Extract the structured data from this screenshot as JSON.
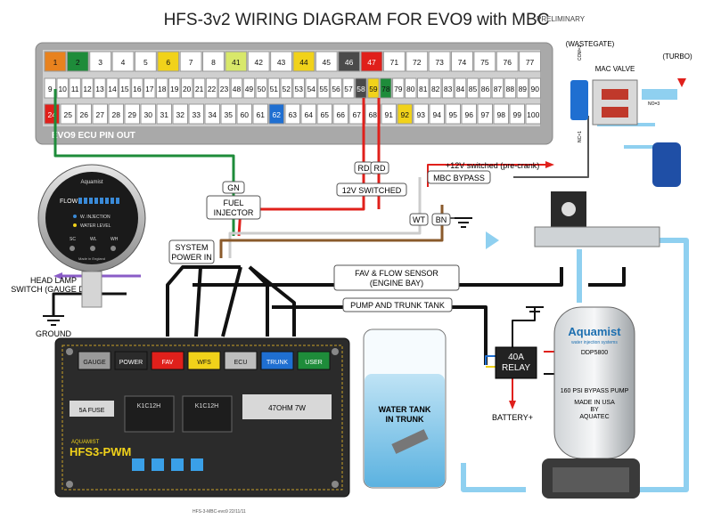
{
  "title": "HFS-3v2  WIRING DIAGRAM FOR  EVO9 with MBC",
  "status": "PRELIMINARY",
  "ecu": {
    "caption": "EVO9 ECU PIN OUT",
    "row1": [
      "1",
      "2",
      "3",
      "4",
      "5",
      "6",
      "7",
      "8",
      "41",
      "42",
      "43",
      "44",
      "45",
      "46",
      "47",
      "71",
      "72",
      "73",
      "74",
      "75",
      "76",
      "77"
    ],
    "row2": [
      "9",
      "10",
      "11",
      "12",
      "13",
      "14",
      "15",
      "16",
      "17",
      "18",
      "19",
      "20",
      "21",
      "22",
      "23",
      "48",
      "49",
      "50",
      "51",
      "52",
      "53",
      "54",
      "55",
      "56",
      "57",
      "58",
      "59",
      "78",
      "79",
      "80",
      "81",
      "82",
      "83",
      "84",
      "85",
      "86",
      "87",
      "88",
      "89",
      "90"
    ],
    "row3": [
      "24",
      "25",
      "26",
      "27",
      "28",
      "29",
      "30",
      "31",
      "32",
      "33",
      "34",
      "35",
      "60",
      "61",
      "62",
      "63",
      "64",
      "65",
      "66",
      "67",
      "68",
      "91",
      "92",
      "93",
      "94",
      "95",
      "96",
      "97",
      "98",
      "99",
      "100"
    ]
  },
  "labels": {
    "gn": "GN",
    "rd1": "RD",
    "rd2": "RD",
    "switched12": "12V SWITCHED",
    "fuel_injector": "FUEL\nINJECTOR",
    "system_power": "SYSTEM\nPOWER IN",
    "plus12": "+12V switched (pre-crank)",
    "mbc_bypass": "MBC BYPASS",
    "wt": "WT",
    "bn": "BN",
    "fav_flow": "FAV & FLOW SENSOR\n(ENGINE BAY)",
    "pump_trunk": "PUMP AND TRUNK TANK",
    "head_lamp": "HEAD LAMP\nSWITCH (GAUGE DIM)",
    "ground": "GROUND",
    "relay": "40A\nRELAY",
    "battery": "BATTERY+",
    "water_tank": "WATER TANK\nIN TRUNK",
    "wastegate": "(WASTEGATE)",
    "turbo": "(TURBO)",
    "mac_valve": "MAC VALVE",
    "com": "COM=2",
    "nc": "NC=1",
    "no": "NO=3",
    "footer": "HFS-3-MBC-evo9   22/11/11"
  },
  "gauge": {
    "brand": "Aquamist",
    "flow": "FLOW",
    "w_injection": "W. INJECTION",
    "water_level": "WATER LEVEL",
    "sc": "SC",
    "wl": "WL",
    "wh": "WH",
    "made": "Made in England"
  },
  "board": {
    "connectors": [
      "GAUGE",
      "POWER",
      "FAV",
      "WFS",
      "ECU",
      "TRUNK",
      "USER"
    ],
    "fuse": "5A FUSE",
    "relay1": "K1C12H",
    "relay2": "K1C12H",
    "resistor": "47OHM 7W",
    "model": "HFS3-PWM",
    "brand": "AQUAMIST"
  },
  "pump": {
    "brand": "Aquamist",
    "sub": "water injection systems",
    "model": "DDP5800",
    "psi": "160 PSI BYPASS PUMP",
    "made": "MADE IN USA\nBY\nAQUATEC"
  },
  "colors": {
    "red": "#e0201b",
    "green": "#1e8c3a",
    "purple": "#8a5cc7",
    "brown": "#8a5a2b",
    "blue": "#1f6fd1",
    "yellow": "#f1d21a",
    "lightblue": "#8fd0f0",
    "pcb": "#2b2b2b"
  }
}
